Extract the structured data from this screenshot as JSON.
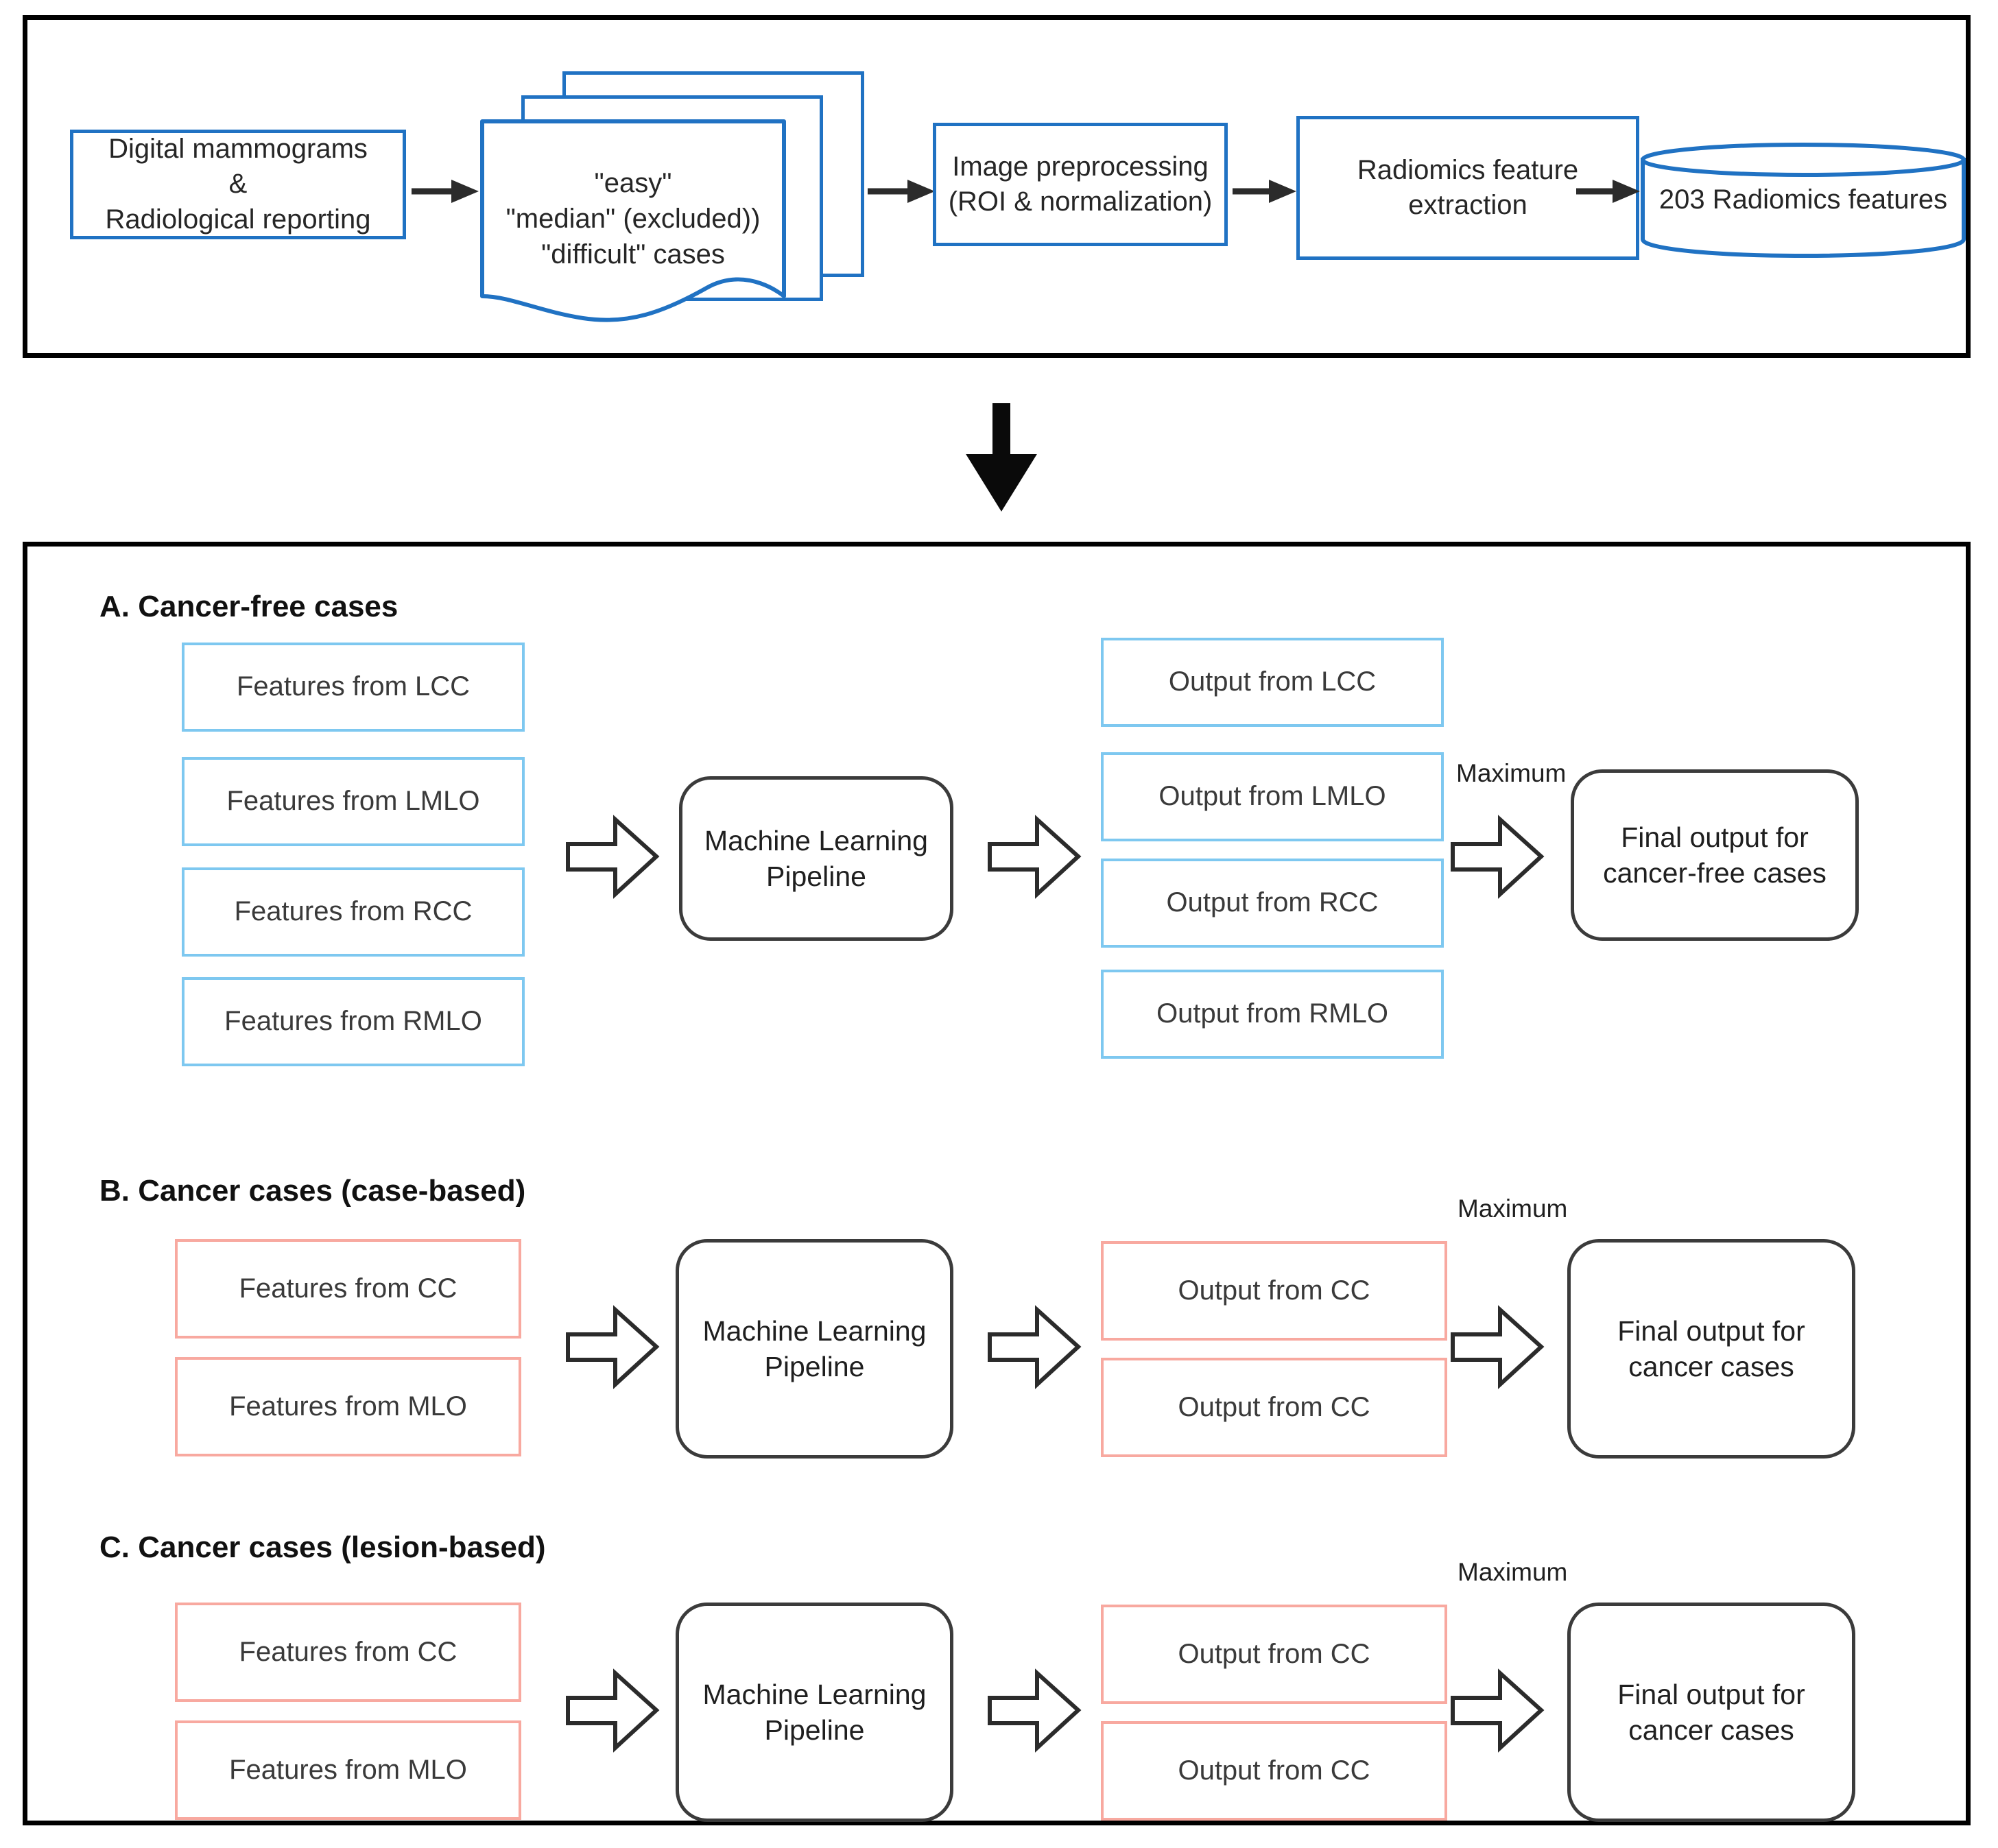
{
  "figure": {
    "type": "flowchart",
    "top_pipeline": {
      "nodes": [
        {
          "id": "data-source",
          "label": "Digital mammograms\n&\nRadiological reporting",
          "shape": "rectangle",
          "color": "#2072C3"
        },
        {
          "id": "case-stack",
          "label": "\"easy\"\n\"median\" (excluded))\n\"difficult\" cases",
          "shape": "stacked-documents",
          "color": "#2072C3"
        },
        {
          "id": "preprocessing",
          "label": "Image preprocessing\n(ROI & normalization)",
          "shape": "rectangle",
          "color": "#2072C3"
        },
        {
          "id": "extraction",
          "label": "Radiomics feature\nextraction",
          "shape": "rectangle",
          "color": "#2072C3"
        },
        {
          "id": "feature-store",
          "label": "203 Radiomics features",
          "shape": "cylinder",
          "color": "#2072C3"
        }
      ],
      "connector": "solid-arrow"
    },
    "transition_arrow": "down-arrow",
    "sections": [
      {
        "id": "section-a",
        "title": "A. Cancer-free cases",
        "accent": "#7EC8F0",
        "inputs": [
          "Features from LCC",
          "Features from LMLO",
          "Features from RCC",
          "Features from RMLO"
        ],
        "pipeline": "Machine Learning\nPipeline",
        "outputs": [
          "Output from LCC",
          "Output from LMLO",
          "Output from RCC",
          "Output from RMLO"
        ],
        "aggregation": "Maximum",
        "final": "Final output for\ncancer-free cases"
      },
      {
        "id": "section-b",
        "title": "B. Cancer cases (case-based)",
        "accent": "#F8A9A0",
        "inputs": [
          "Features from CC",
          "Features from MLO"
        ],
        "pipeline": "Machine Learning\nPipeline",
        "outputs": [
          "Output from CC",
          "Output from CC"
        ],
        "aggregation": "Maximum",
        "final": "Final output for\ncancer cases"
      },
      {
        "id": "section-c",
        "title": "C. Cancer cases (lesion-based)",
        "accent": "#F8A9A0",
        "inputs": [
          "Features from CC",
          "Features from MLO"
        ],
        "pipeline": "Machine Learning\nPipeline",
        "outputs": [
          "Output from CC",
          "Output from CC"
        ],
        "aggregation": "Maximum",
        "final": "Final output for\ncancer cases"
      }
    ]
  },
  "colors": {
    "frame": "#000000",
    "primary_blue": "#2072C3",
    "light_blue": "#7EC8F0",
    "pink": "#F8A9A0",
    "dark_outline": "#3b3b3b"
  }
}
